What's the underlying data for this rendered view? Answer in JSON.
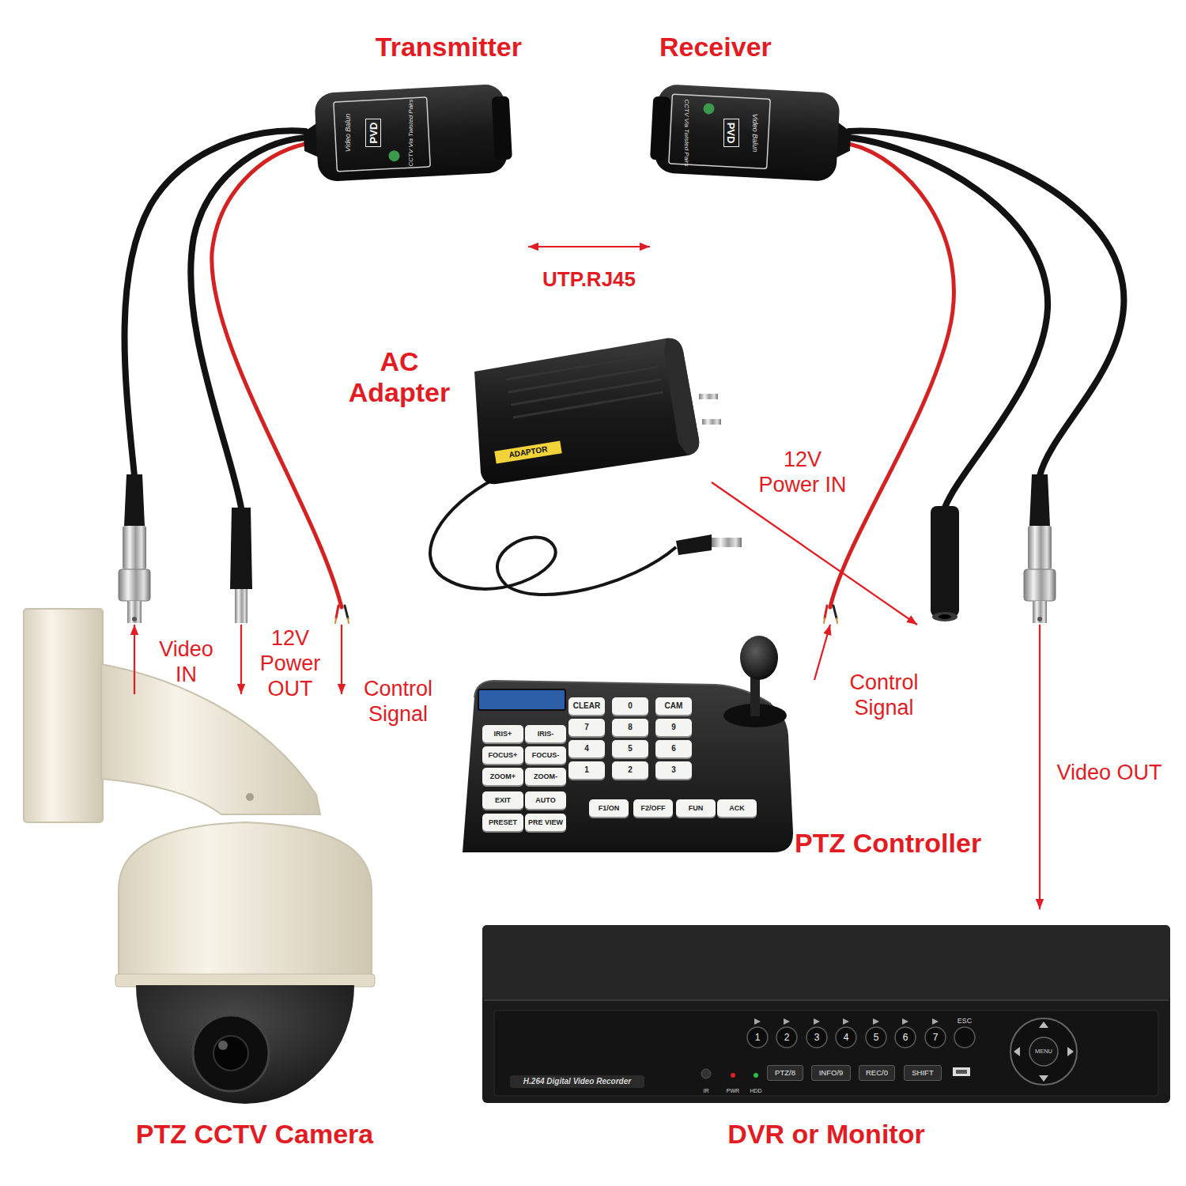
{
  "diagram": {
    "nodes": [
      {
        "text": [
          "Transmitter"
        ]
      },
      {
        "text": [
          "Receiver"
        ]
      },
      {
        "text": [
          "AC Adapter"
        ]
      },
      {
        "text": [
          "PTZ CCTV Camera"
        ]
      },
      {
        "text": [
          "PTZ Controller"
        ]
      },
      {
        "text": [
          "DVR or Monitor"
        ]
      }
    ],
    "edges": [
      {
        "from": 0,
        "to": 1,
        "label": "UTP.RJ45",
        "arrow": "both"
      },
      {
        "from": 3,
        "to": 0,
        "label": "Video IN",
        "arrow": "to"
      },
      {
        "from": 0,
        "to": 3,
        "label": "12V Power OUT",
        "arrow": "to"
      },
      {
        "from": 0,
        "to": 3,
        "label": "Control Signal",
        "arrow": "to"
      },
      {
        "from": 2,
        "to": 1,
        "label": "12V Power IN",
        "arrow": "to"
      },
      {
        "from": 4,
        "to": 1,
        "label": "Control Signal",
        "arrow": "to"
      },
      {
        "from": 1,
        "to": 5,
        "label": "Video OUT",
        "arrow": "to"
      }
    ],
    "labels": [
      "Video Balun",
      "PVD",
      "CCTV Via Twisted Pairs",
      "CCTV Via Twisted Pairs",
      "PVD",
      "Video Balun",
      "ADAPTOR",
      "CLEAR",
      "0",
      "CAM",
      "7",
      "8",
      "9",
      "4",
      "5",
      "6",
      "1",
      "2",
      "3",
      "IRIS+",
      "IRIS-",
      "FOCUS+",
      "FOCUS-",
      "ZOOM+",
      "ZOOM-",
      "EXIT",
      "AUTO",
      "PRESET",
      "PRE VIEW",
      "F1/ON",
      "F2/OFF",
      "FUN",
      "ACK",
      "1",
      "2",
      "3",
      "4",
      "5",
      "6",
      "7",
      "ESC",
      "H.264 Digital Video Recorder",
      "IR",
      "PWR",
      "HDD",
      "PTZ/8",
      "INFO/9",
      "REC/0",
      "SHIFT",
      "MENU"
    ]
  }
}
